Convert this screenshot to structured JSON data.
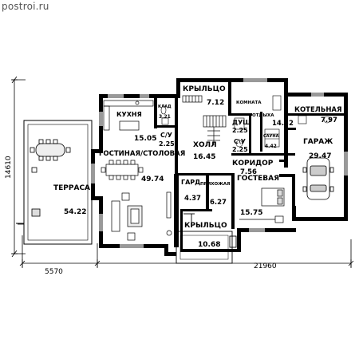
{
  "watermark": "postroi.ru",
  "dimensions": {
    "total_width": "21960",
    "total_depth": "14610",
    "terrace_width": "5570"
  },
  "rooms": {
    "terrace": {
      "label": "ТЕРРАСА",
      "area": "54.22"
    },
    "kitchen": {
      "label": "КУХНЯ",
      "area": "15.05"
    },
    "pantry": {
      "label": "КЛАД",
      "area": "3.21"
    },
    "living": {
      "label": "ГОСТИНАЯ/СТОЛОВАЯ",
      "area": "49.74"
    },
    "wc1": {
      "label": "С/У",
      "area": "2.25"
    },
    "hall": {
      "label": "ХОЛЛ",
      "area": "16.45"
    },
    "porch_top": {
      "label": "КРЫЛЬЦО",
      "area": "7.12"
    },
    "room_rest": {
      "label": "КОМНАТА",
      "label2": "ОТДЫХА",
      "area": "14.32"
    },
    "shower": {
      "label": "ДУШ",
      "area": "2.25"
    },
    "wc2": {
      "label": "С\\У",
      "area": "2.25"
    },
    "sauna": {
      "label": "САУНА",
      "area": "4.42"
    },
    "corridor": {
      "label": "КОРИДОР",
      "area": "7.56"
    },
    "boiler": {
      "label": "КОТЕЛЬНАЯ",
      "area": "7.97"
    },
    "garage": {
      "label": "ГАРАЖ",
      "area": "29.47"
    },
    "wardrobe": {
      "label": "ГАРД",
      "area": "4.37"
    },
    "entry": {
      "label": "ПРИХОЖАЯ",
      "area": "6.27"
    },
    "guest": {
      "label": "ГОСТЕВАЯ",
      "area": "15.75"
    },
    "porch_bot": {
      "label": "КРЫЛЬЦО",
      "area": "10.68"
    }
  }
}
